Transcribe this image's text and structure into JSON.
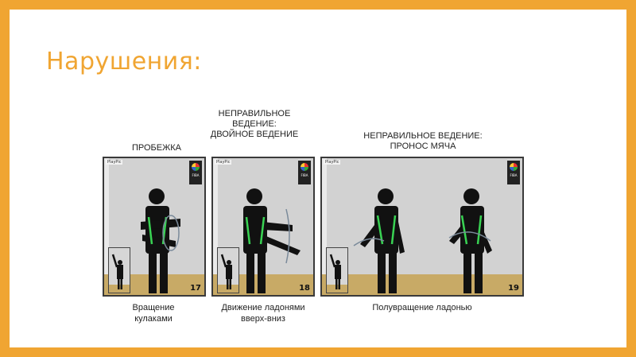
{
  "slide": {
    "title": "Нарушения:",
    "accent_color": "#f0a532"
  },
  "signals": [
    {
      "heading": "ПРОБЕЖКА",
      "number": "17",
      "caption": "Вращение кулаками"
    },
    {
      "heading": "НЕПРАВИЛЬНОЕ ВЕДЕНИЕ: ДВОЙНОЕ ВЕДЕНИЕ",
      "number": "18",
      "caption": "Движение ладонями вверх-вниз"
    },
    {
      "heading": "НЕПРАВИЛЬНОЕ ВЕДЕНИЕ: ПРОНОС МЯЧА",
      "number": "19",
      "caption": "Полувращение ладонью"
    }
  ],
  "panel_logo": "PlayPic",
  "fiba_label": "FIBA",
  "highlight_color": "#39d353"
}
